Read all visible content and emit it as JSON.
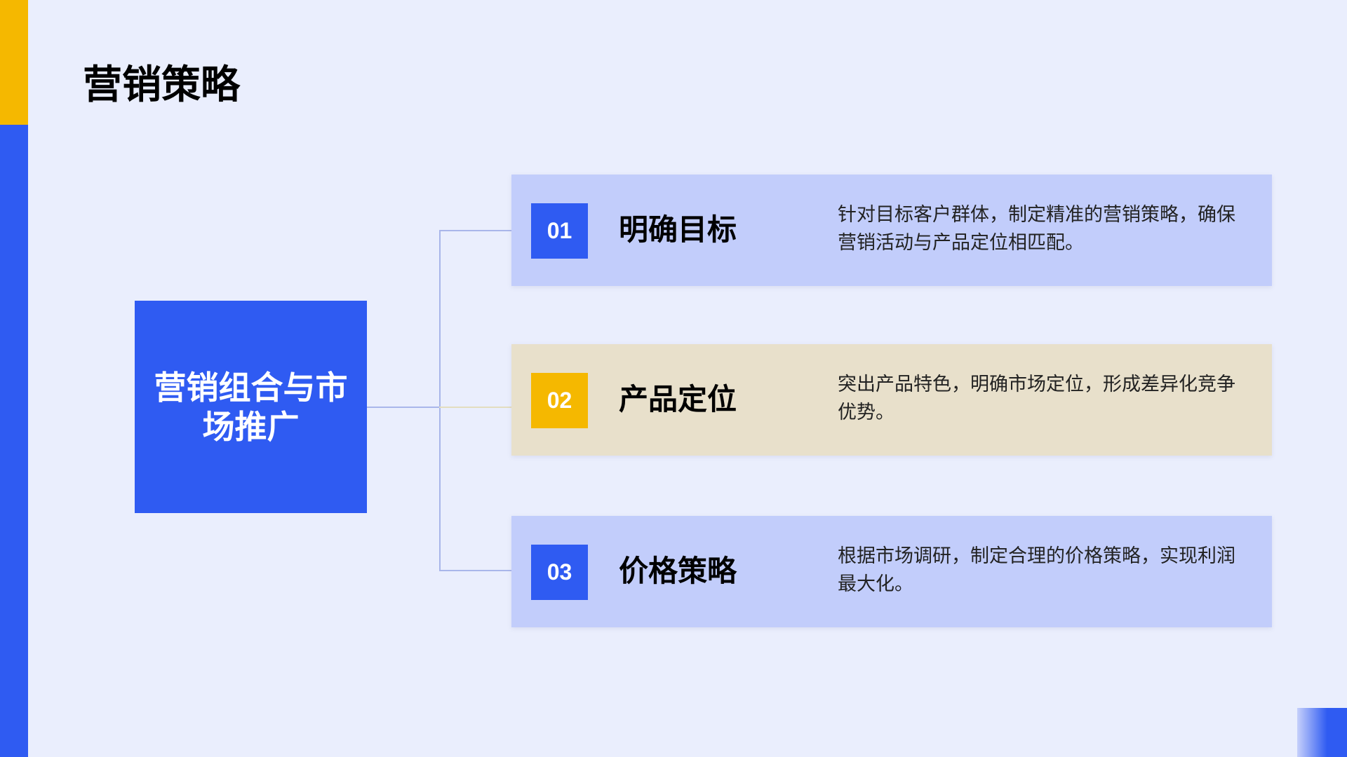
{
  "title": "营销策略",
  "center_box": {
    "label": "营销组合与市场推广"
  },
  "colors": {
    "blue": "#2f5bf2",
    "yellow": "#f5b800",
    "background": "#eaeefd"
  },
  "items": [
    {
      "number": "01",
      "title": "明确目标",
      "description": "针对目标客户群体，制定精准的营销策略，确保营销活动与产品定位相匹配。",
      "badge_color": "#2f5bf2"
    },
    {
      "number": "02",
      "title": "产品定位",
      "description": "突出产品特色，明确市场定位，形成差异化竞争优势。",
      "badge_color": "#f5b800"
    },
    {
      "number": "03",
      "title": "价格策略",
      "description": "根据市场调研，制定合理的价格策略，实现利润最大化。",
      "badge_color": "#2f5bf2"
    }
  ]
}
